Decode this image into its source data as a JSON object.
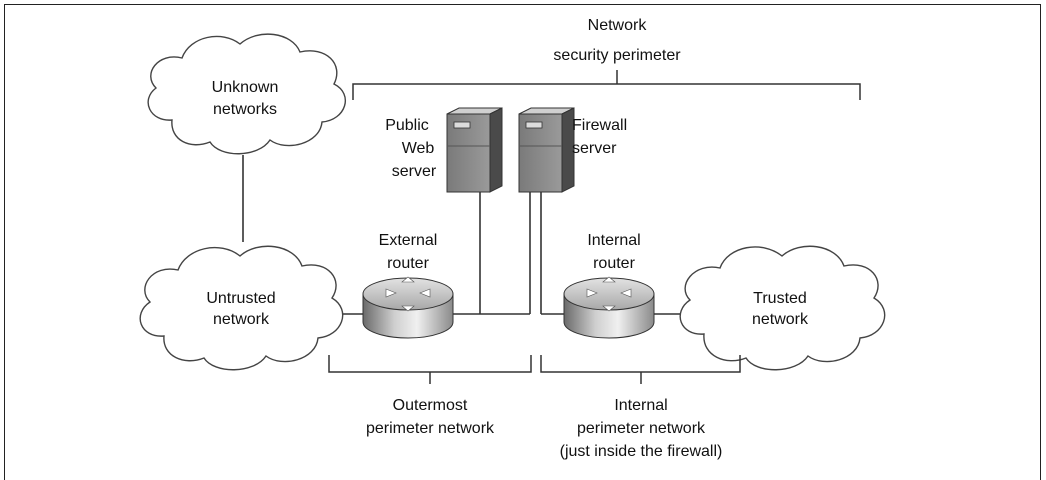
{
  "perimeter": {
    "line1": "Network",
    "line2": "security perimeter"
  },
  "clouds": {
    "unknown": {
      "line1": "Unknown",
      "line2": "networks"
    },
    "untrusted": {
      "line1": "Untrusted",
      "line2": "network"
    },
    "trusted": {
      "line1": "Trusted",
      "line2": "network"
    }
  },
  "servers": {
    "web": {
      "line1": "Public",
      "line2": "Web",
      "line3": "server"
    },
    "firewall": {
      "line1": "Firewall",
      "line2": "server"
    }
  },
  "routers": {
    "external": {
      "line1": "External",
      "line2": "router"
    },
    "internal": {
      "line1": "Internal",
      "line2": "router"
    }
  },
  "zones": {
    "outermost": {
      "line1": "Outermost",
      "line2": "perimeter network"
    },
    "internal": {
      "line1": "Internal",
      "line2": "perimeter network",
      "line3": "(just inside the firewall)"
    }
  },
  "colors": {
    "device_dark": "#6e6e6e",
    "device_light": "#d8d8d8",
    "line": "#333333"
  }
}
